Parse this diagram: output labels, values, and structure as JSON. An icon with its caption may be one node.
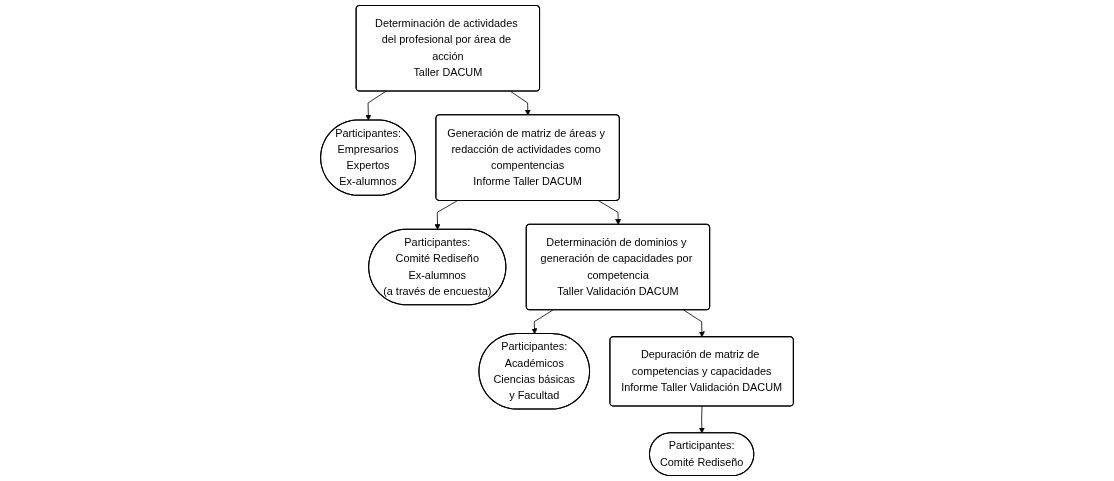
{
  "diagram": {
    "nodes": [
      {
        "text": [
          "Determinación de actividades del profesional por área de acción",
          "Taller DACUM"
        ]
      },
      {
        "text": [
          "Participantes:",
          "Empresarios",
          "Expertos",
          "Ex-alumnos"
        ]
      },
      {
        "text": [
          "Generación de matriz de áreas y redacción de actividades como compentencias",
          "Informe Taller DACUM"
        ]
      },
      {
        "text": [
          "Participantes:",
          "Comité Rediseño",
          "Ex-alumnos",
          "(a través de encuesta)"
        ]
      },
      {
        "text": [
          "Determinación de dominios y generación de capacidades por competencia",
          "Taller Validación DACUM"
        ]
      },
      {
        "text": [
          "Participantes:",
          "Académicos",
          "Ciencias básicas",
          "y Facultad"
        ]
      },
      {
        "text": [
          "Depuración de matriz de competencias y capacidades",
          "Informe Taller Validación DACUM"
        ]
      },
      {
        "text": [
          "Participantes:",
          "Comité Rediseño"
        ]
      }
    ],
    "edges": [
      {
        "from": 0,
        "to": 2,
        "arrow": "to"
      },
      {
        "from": 0,
        "to": 1,
        "arrow": "to"
      },
      {
        "from": 2,
        "to": 4,
        "arrow": "to"
      },
      {
        "from": 2,
        "to": 3,
        "arrow": "to"
      },
      {
        "from": 4,
        "to": 6,
        "arrow": "to"
      },
      {
        "from": 4,
        "to": 5,
        "arrow": "to"
      },
      {
        "from": 6,
        "to": 7,
        "arrow": "to"
      }
    ]
  }
}
